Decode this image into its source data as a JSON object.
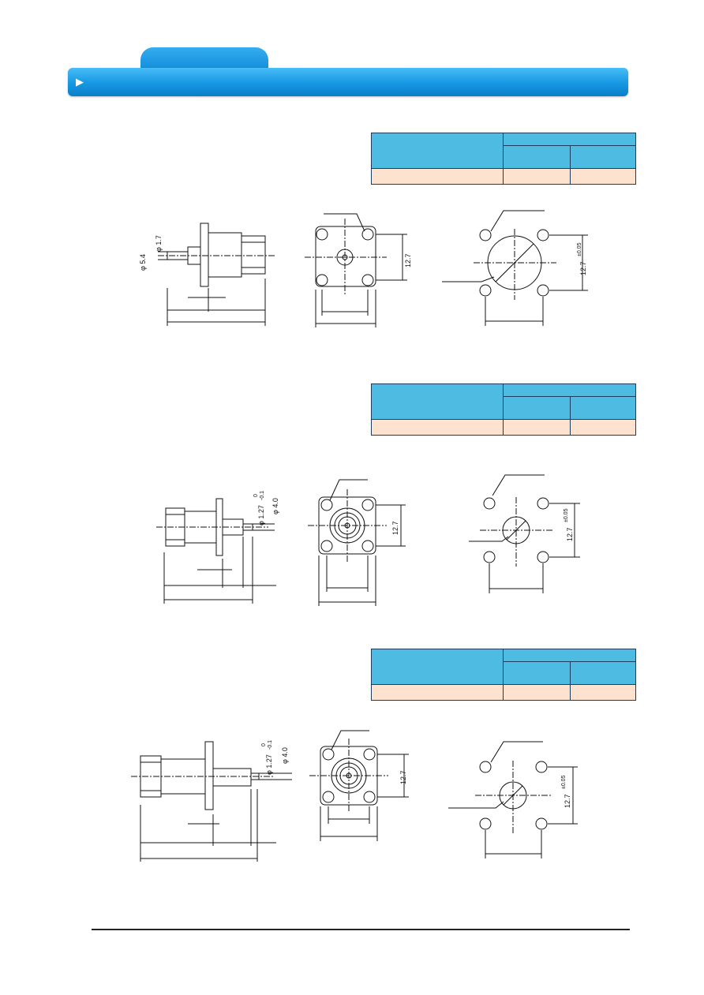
{
  "header": {
    "arrow_glyph": "▶"
  },
  "sections": [
    {
      "id": "s1",
      "dims": {
        "d1": "φ 1.7",
        "d2": "φ 5.4",
        "d3": "12.7",
        "d4": "12.7",
        "d4_tol": "±0.05"
      }
    },
    {
      "id": "s2",
      "dims": {
        "d1": "φ 1.27",
        "d1_tol_top": "0",
        "d1_tol_bot": "-0.1",
        "d2": "φ 4.0",
        "d3": "12.7",
        "d4": "12.7",
        "d4_tol": "±0.05"
      }
    },
    {
      "id": "s3",
      "dims": {
        "d1": "φ 1.27",
        "d1_tol_top": "0",
        "d1_tol_bot": "-0.1",
        "d2": "φ 4.0",
        "d3": "12.7",
        "d4": "12.7",
        "d4_tol": "±0.05"
      }
    }
  ]
}
